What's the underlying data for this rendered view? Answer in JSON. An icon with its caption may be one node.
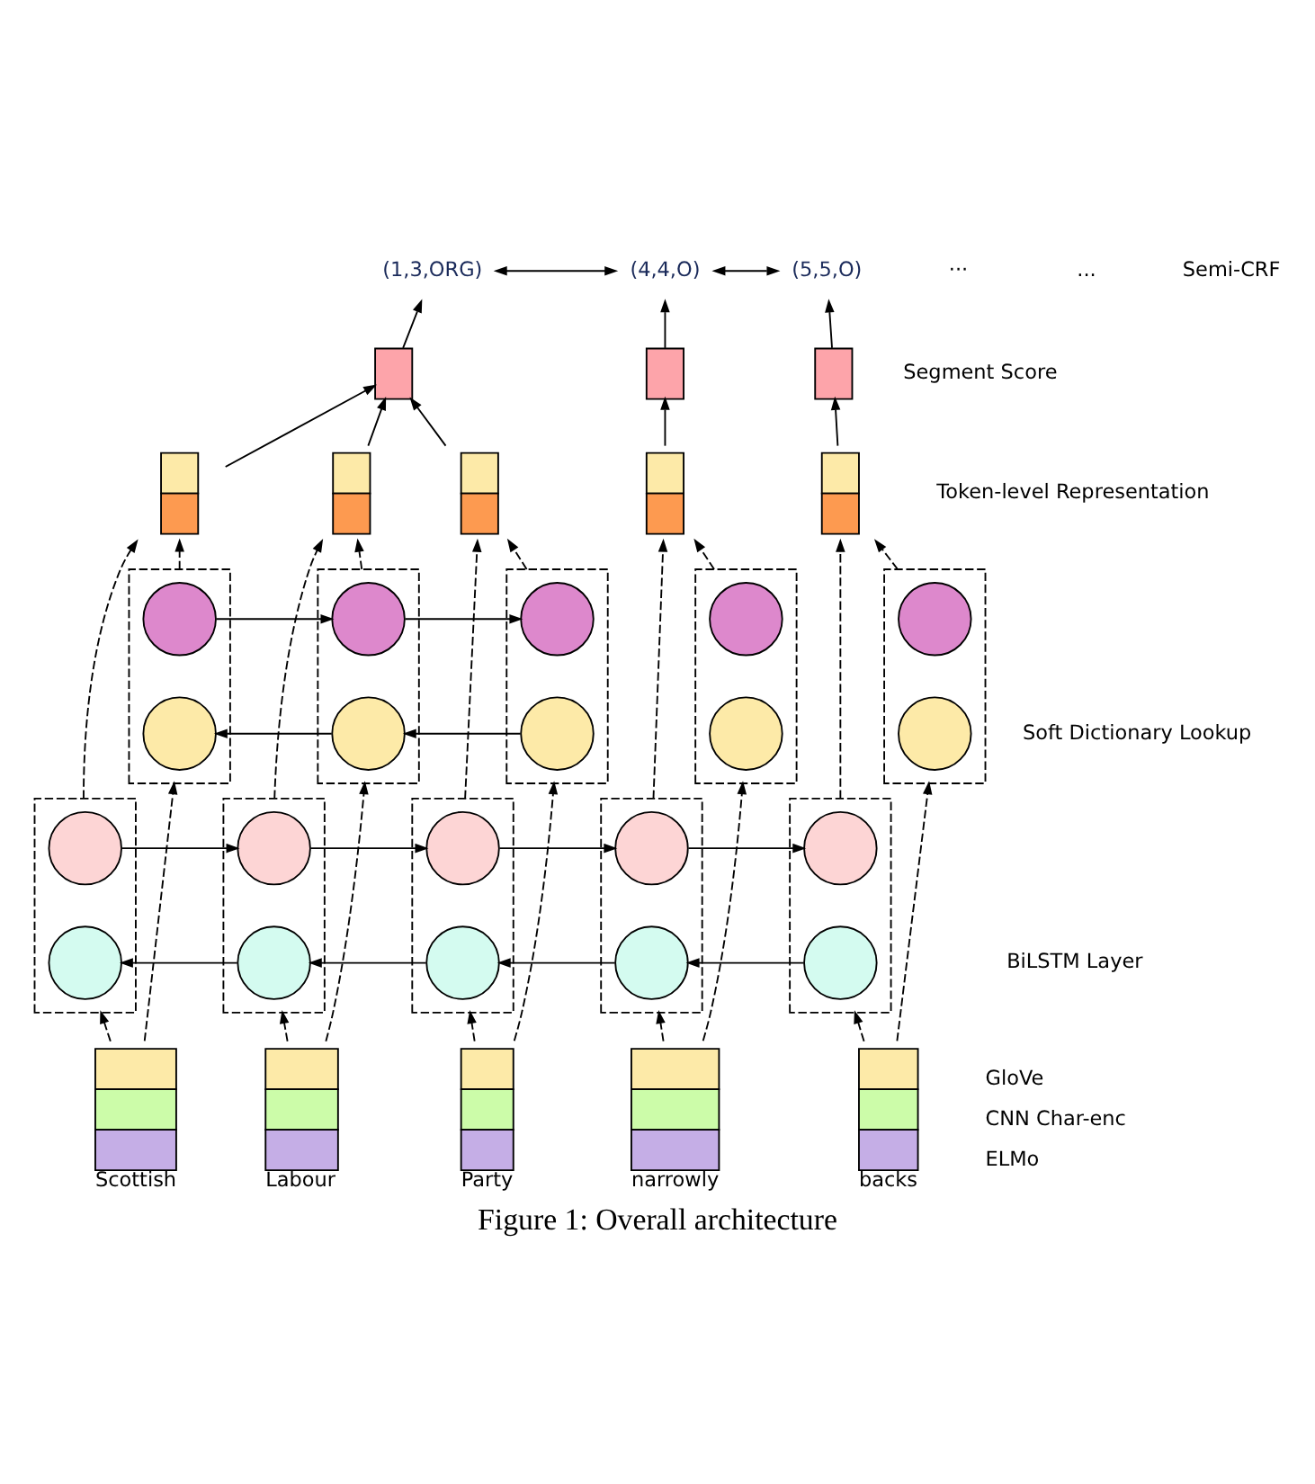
{
  "diagram": {
    "caption": "Figure 1: Overall architecture",
    "nodes": [
      {
        "text": [
          "(1,3,ORG)"
        ]
      },
      {
        "text": [
          "(4,4,O)"
        ]
      },
      {
        "text": [
          "(5,5,O)"
        ]
      },
      {
        "text": [],
        "shape": "box"
      },
      {
        "text": [],
        "shape": "box"
      },
      {
        "text": [],
        "shape": "box"
      },
      {
        "text": [],
        "shape": "bar"
      },
      {
        "text": [],
        "shape": "bar"
      },
      {
        "text": [],
        "shape": "bar"
      },
      {
        "text": [],
        "shape": "bar"
      },
      {
        "text": [],
        "shape": "bar"
      },
      {
        "text": [],
        "shape": "box"
      },
      {
        "text": [],
        "shape": "circle",
        "in": 11
      },
      {
        "text": [],
        "shape": "circle",
        "in": 11
      },
      {
        "text": [],
        "shape": "box"
      },
      {
        "text": [],
        "shape": "circle",
        "in": 14
      },
      {
        "text": [],
        "shape": "circle",
        "in": 14
      },
      {
        "text": [],
        "shape": "box"
      },
      {
        "text": [],
        "shape": "circle",
        "in": 17
      },
      {
        "text": [],
        "shape": "circle",
        "in": 17
      },
      {
        "text": [],
        "shape": "box"
      },
      {
        "text": [],
        "shape": "circle",
        "in": 20
      },
      {
        "text": [],
        "shape": "circle",
        "in": 20
      },
      {
        "text": [],
        "shape": "box"
      },
      {
        "text": [],
        "shape": "circle",
        "in": 23
      },
      {
        "text": [],
        "shape": "circle",
        "in": 23
      },
      {
        "text": [],
        "shape": "box"
      },
      {
        "text": [],
        "shape": "circle",
        "in": 26
      },
      {
        "text": [],
        "shape": "circle",
        "in": 26
      },
      {
        "text": [],
        "shape": "box"
      },
      {
        "text": [],
        "shape": "circle",
        "in": 29
      },
      {
        "text": [],
        "shape": "circle",
        "in": 29
      },
      {
        "text": [],
        "shape": "box"
      },
      {
        "text": [],
        "shape": "circle",
        "in": 32
      },
      {
        "text": [],
        "shape": "circle",
        "in": 32
      },
      {
        "text": [],
        "shape": "box"
      },
      {
        "text": [],
        "shape": "circle",
        "in": 35
      },
      {
        "text": [],
        "shape": "circle",
        "in": 35
      },
      {
        "text": [],
        "shape": "box"
      },
      {
        "text": [],
        "shape": "circle",
        "in": 38
      },
      {
        "text": [],
        "shape": "circle",
        "in": 38
      },
      {
        "text": [],
        "shape": "bar",
        "beside": [
          "Scottish"
        ]
      },
      {
        "text": [],
        "shape": "bar",
        "beside": [
          "Labour"
        ]
      },
      {
        "text": [],
        "shape": "bar",
        "beside": [
          "Party"
        ]
      },
      {
        "text": [],
        "shape": "bar",
        "beside": [
          "narrowly"
        ]
      },
      {
        "text": [],
        "shape": "bar",
        "beside": [
          "backs"
        ]
      }
    ],
    "edges": [
      {
        "from": 41,
        "to": 26,
        "arrow": "to",
        "style": "dashed"
      },
      {
        "from": 42,
        "to": 29,
        "arrow": "to",
        "style": "dashed"
      },
      {
        "from": 43,
        "to": 32,
        "arrow": "to",
        "style": "dashed"
      },
      {
        "from": 44,
        "to": 35,
        "arrow": "to",
        "style": "dashed"
      },
      {
        "from": 45,
        "to": 38,
        "arrow": "to",
        "style": "dashed"
      },
      {
        "from": 41,
        "to": 11,
        "arrow": "to",
        "style": "dashed"
      },
      {
        "from": 42,
        "to": 14,
        "arrow": "to",
        "style": "dashed"
      },
      {
        "from": 43,
        "to": 17,
        "arrow": "to",
        "style": "dashed"
      },
      {
        "from": 44,
        "to": 20,
        "arrow": "to",
        "style": "dashed"
      },
      {
        "from": 45,
        "to": 23,
        "arrow": "to",
        "style": "dashed"
      },
      {
        "from": 27,
        "to": 30,
        "arrow": "to"
      },
      {
        "from": 30,
        "to": 33,
        "arrow": "to"
      },
      {
        "from": 33,
        "to": 36,
        "arrow": "to"
      },
      {
        "from": 36,
        "to": 39,
        "arrow": "to"
      },
      {
        "from": 40,
        "to": 37,
        "arrow": "to"
      },
      {
        "from": 37,
        "to": 34,
        "arrow": "to"
      },
      {
        "from": 34,
        "to": 31,
        "arrow": "to"
      },
      {
        "from": 31,
        "to": 28,
        "arrow": "to"
      },
      {
        "from": 12,
        "to": 15,
        "arrow": "to"
      },
      {
        "from": 15,
        "to": 18,
        "arrow": "to"
      },
      {
        "from": 19,
        "to": 16,
        "arrow": "to"
      },
      {
        "from": 16,
        "to": 13,
        "arrow": "to"
      },
      {
        "from": 26,
        "to": 6,
        "arrow": "to",
        "style": "dashed"
      },
      {
        "from": 29,
        "to": 7,
        "arrow": "to",
        "style": "dashed"
      },
      {
        "from": 32,
        "to": 8,
        "arrow": "to",
        "style": "dashed"
      },
      {
        "from": 35,
        "to": 9,
        "arrow": "to",
        "style": "dashed"
      },
      {
        "from": 38,
        "to": 10,
        "arrow": "to",
        "style": "dashed"
      },
      {
        "from": 11,
        "to": 6,
        "arrow": "to",
        "style": "dashed"
      },
      {
        "from": 14,
        "to": 7,
        "arrow": "to",
        "style": "dashed"
      },
      {
        "from": 17,
        "to": 8,
        "arrow": "to",
        "style": "dashed"
      },
      {
        "from": 20,
        "to": 9,
        "arrow": "to",
        "style": "dashed"
      },
      {
        "from": 23,
        "to": 10,
        "arrow": "to",
        "style": "dashed"
      },
      {
        "from": 6,
        "to": 3,
        "arrow": "to"
      },
      {
        "from": 7,
        "to": 3,
        "arrow": "to"
      },
      {
        "from": 8,
        "to": 3,
        "arrow": "to"
      },
      {
        "from": 9,
        "to": 4,
        "arrow": "to"
      },
      {
        "from": 10,
        "to": 5,
        "arrow": "to"
      },
      {
        "from": 3,
        "to": 0,
        "arrow": "to"
      },
      {
        "from": 4,
        "to": 1,
        "arrow": "to"
      },
      {
        "from": 5,
        "to": 2,
        "arrow": "to"
      },
      {
        "from": 0,
        "to": 1,
        "arrow": "both"
      },
      {
        "from": 1,
        "to": 2,
        "arrow": "both"
      }
    ],
    "labels": [
      "...",
      "···",
      "Semi-CRF",
      "Segment Score",
      "Token-level Representation",
      "Soft Dictionary Lookup",
      "BiLSTM Layer",
      "GloVe",
      "CNN Char-enc",
      "ELMo"
    ]
  }
}
